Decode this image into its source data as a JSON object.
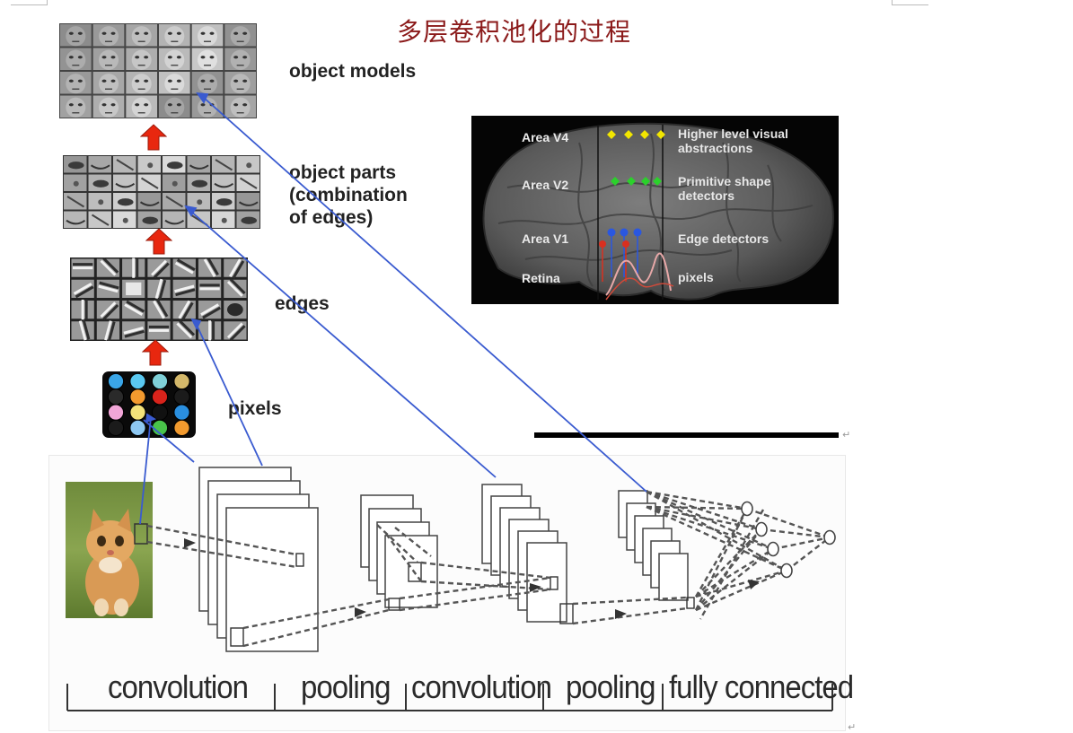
{
  "title": "多层卷积池化的过程",
  "layers": {
    "object_models": "object models",
    "object_parts_line1": "object parts",
    "object_parts_line2": "(combination",
    "object_parts_line3": "of edges)",
    "edges": "edges",
    "pixels": "pixels"
  },
  "brain": {
    "areas": [
      "Area V4",
      "Area V2",
      "Area V1",
      "Retina"
    ],
    "descriptions": [
      {
        "line1": "Higher level visual",
        "line2": "abstractions"
      },
      {
        "line1": "Primitive shape",
        "line2": "detectors"
      },
      {
        "line1": "Edge detectors",
        "line2": ""
      },
      {
        "line1": "pixels",
        "line2": ""
      }
    ],
    "colors": {
      "v4": "#f2e600",
      "v2": "#2bd12b",
      "v1": "#2a57e0",
      "retina": "#d9301f"
    }
  },
  "cnn": {
    "stages": [
      "convolution",
      "pooling",
      "convolution",
      "pooling",
      "fully connected"
    ]
  },
  "marks": {
    "paragraph_1": "↵",
    "paragraph_2": "↵"
  },
  "colors": {
    "title": "#8b1a1a",
    "connector": "#3a5bd0",
    "arrow_up": "#e8270f"
  }
}
